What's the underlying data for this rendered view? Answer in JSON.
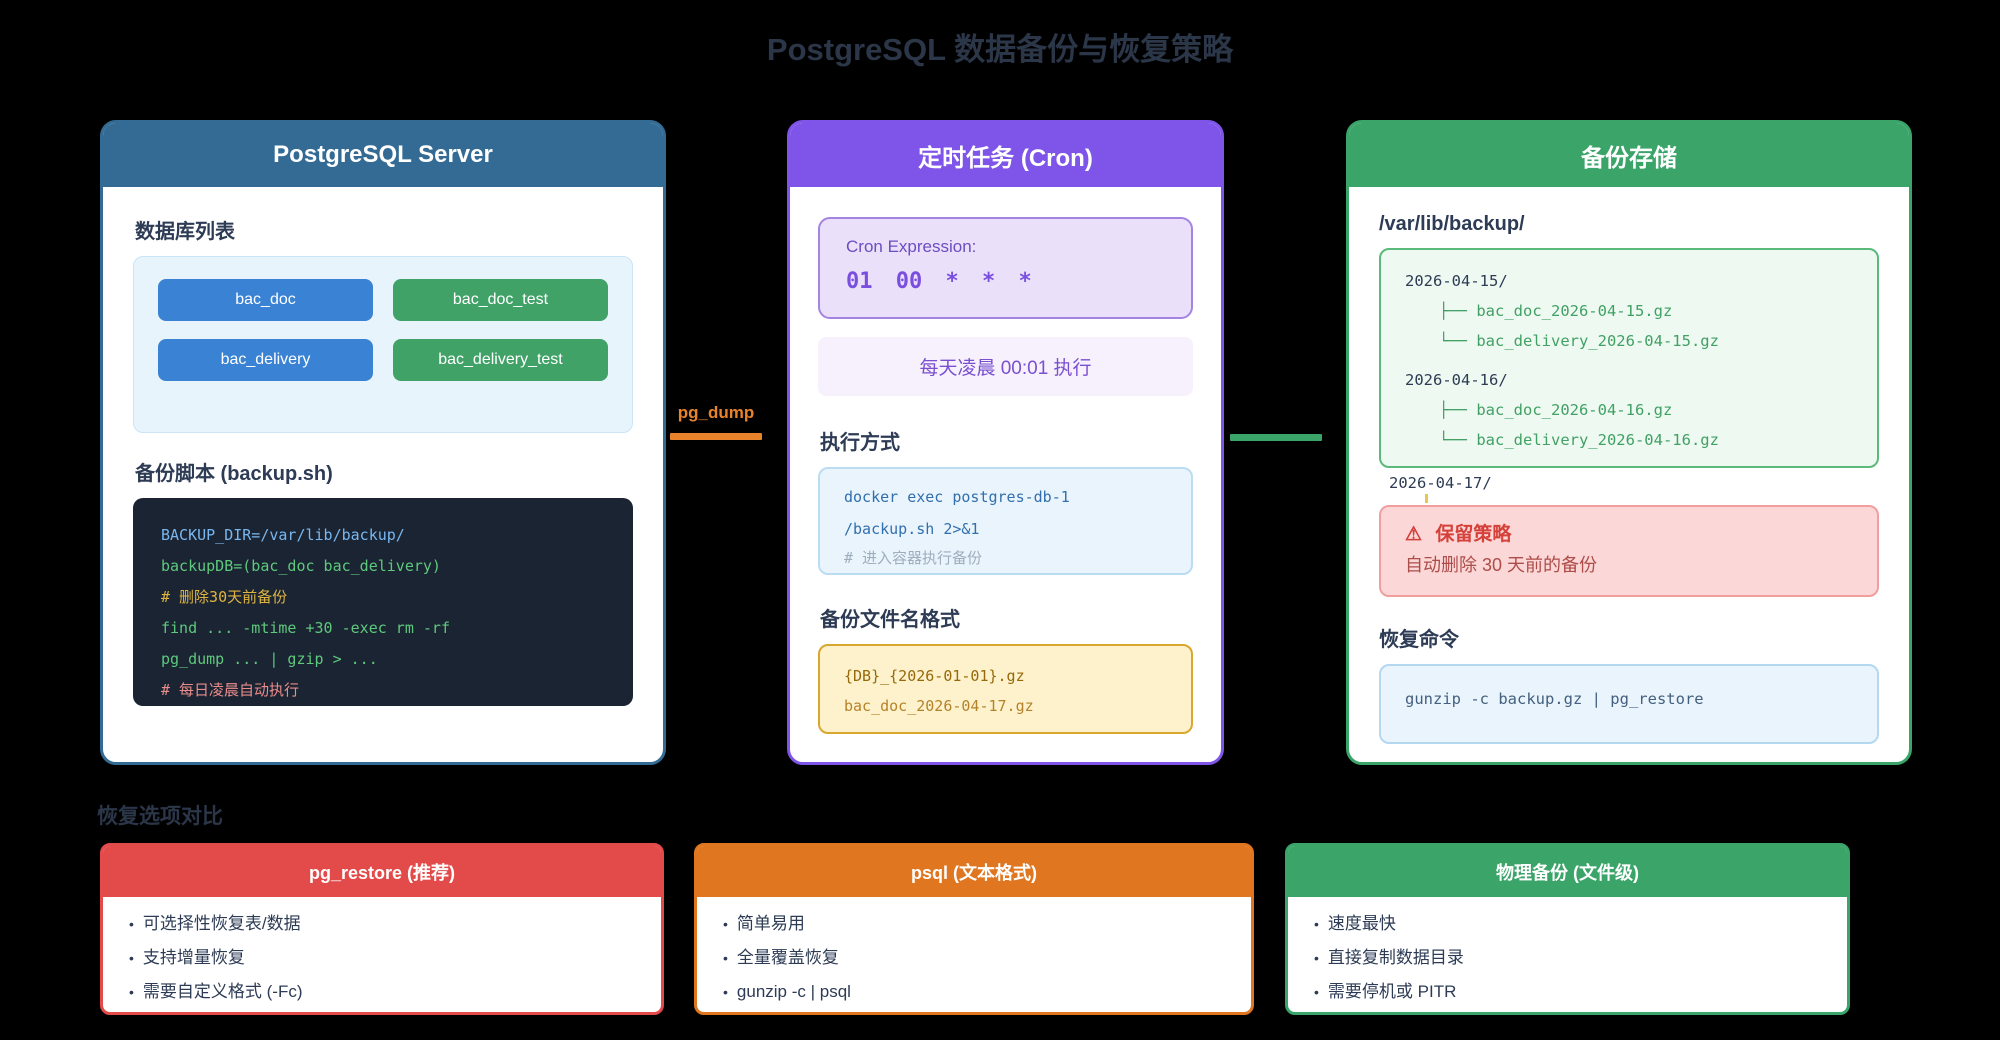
{
  "page": {
    "title": "PostgreSQL 数据备份与恢复策略"
  },
  "colors": {
    "background": "#000000",
    "server_accent": "#336b94",
    "cron_accent": "#7e55e8",
    "storage_accent": "#3aa469",
    "db_blue": "#3982d4",
    "db_green": "#41a268",
    "card_red": "#e34a4a",
    "card_orange": "#e0761f",
    "card_green": "#3aa469",
    "pg_dump_orange": "#e8832c"
  },
  "server": {
    "header": "PostgreSQL Server",
    "db_list_heading": "数据库列表",
    "databases": [
      {
        "name": "bac_doc",
        "color": "blue"
      },
      {
        "name": "bac_doc_test",
        "color": "green"
      },
      {
        "name": "bac_delivery",
        "color": "blue"
      },
      {
        "name": "bac_delivery_test",
        "color": "green"
      }
    ],
    "script_heading": "备份脚本 (backup.sh)",
    "script_lines": [
      {
        "text": "BACKUP_DIR=/var/lib/backup/",
        "color": "blue"
      },
      {
        "text": "backupDB=(bac_doc bac_delivery)",
        "color": "green"
      },
      {
        "text": "# 删除30天前备份",
        "color": "yellow"
      },
      {
        "text": "find ... -mtime +30 -exec rm -rf",
        "color": "green"
      },
      {
        "text": "pg_dump ... | gzip > ...",
        "color": "green"
      },
      {
        "text": "# 每日凌晨自动执行",
        "color": "pink"
      }
    ]
  },
  "cron": {
    "header": "定时任务 (Cron)",
    "expression_label": "Cron Expression:",
    "expression_value": "01 00 * * *",
    "schedule_note": "每天凌晨 00:01 执行",
    "exec_heading": "执行方式",
    "exec_line1": "docker exec postgres-db-1",
    "exec_line2": "/backup.sh 2>&1",
    "exec_comment": "# 进入容器执行备份",
    "filename_heading": "备份文件名格式",
    "filename_pattern": "{DB}_{2026-01-01}.gz",
    "filename_example": "bac_doc_2026-04-17.gz"
  },
  "storage": {
    "header": "备份存储",
    "path_heading": "/var/lib/backup/",
    "tree": [
      {
        "type": "dir",
        "text": "2026-04-15/"
      },
      {
        "type": "file",
        "text": "├── bac_doc_2026-04-15.gz"
      },
      {
        "type": "file",
        "text": "└── bac_delivery_2026-04-15.gz"
      },
      {
        "type": "dir",
        "text": "2026-04-16/"
      },
      {
        "type": "file",
        "text": "├── bac_doc_2026-04-16.gz"
      },
      {
        "type": "file",
        "text": "└── bac_delivery_2026-04-16.gz"
      }
    ],
    "overflow_dir": "2026-04-17/",
    "retention_icon": "⚠",
    "retention_title": "保留策略",
    "retention_text": "自动删除 30 天前的备份",
    "restore_heading": "恢复命令",
    "restore_command": "gunzip -c backup.gz | pg_restore"
  },
  "connectors": {
    "pg_dump_label": "pg_dump"
  },
  "comparison": {
    "heading": "恢复选项对比",
    "bullet": "•",
    "cards": [
      {
        "title": "pg_restore (推荐)",
        "color": "red",
        "items": [
          {
            "text": "可选择性恢复表/数据"
          },
          {
            "text": "支持增量恢复"
          },
          {
            "text": "需要自定义格式 (-Fc)"
          }
        ]
      },
      {
        "title": "psql (文本格式)",
        "color": "orange",
        "items": [
          {
            "text": "简单易用"
          },
          {
            "text": "全量覆盖恢复"
          },
          {
            "text": "gunzip -c | psql"
          }
        ]
      },
      {
        "title": "物理备份 (文件级)",
        "color": "green",
        "items": [
          {
            "text": "速度最快"
          },
          {
            "text": "直接复制数据目录"
          },
          {
            "text": "需要停机或 PITR"
          }
        ]
      }
    ]
  }
}
